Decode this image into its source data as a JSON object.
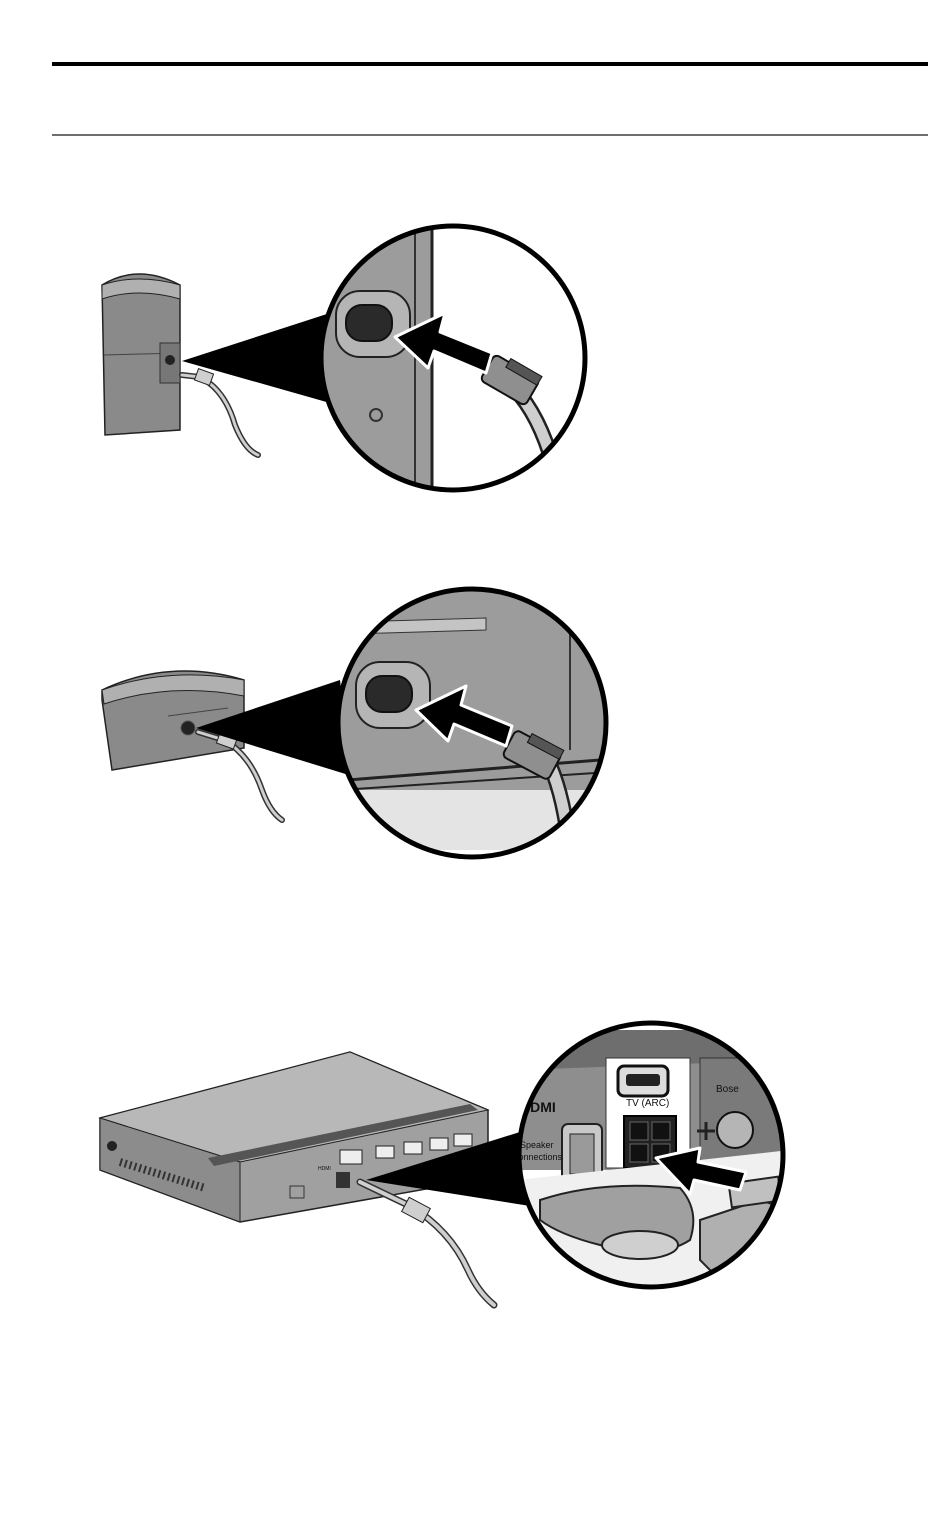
{
  "figure3": {
    "hdmi_label": "HDMI",
    "tv_arc_label": "TV (ARC)",
    "speaker_connections_line1": "Speaker",
    "speaker_connections_line2": "Connections",
    "bose_label": "Bose"
  }
}
